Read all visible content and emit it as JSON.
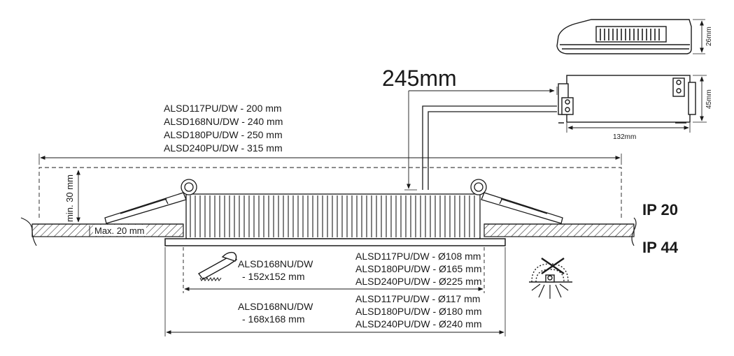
{
  "cable_length": "245mm",
  "driver": {
    "height_label": "26mm",
    "width_label": "45mm",
    "length_label": "132mm"
  },
  "total_lengths": [
    "ALSD117PU/DW - 200 mm",
    "ALSD168NU/DW - 240 mm",
    "ALSD180PU/DW - 250 mm",
    "ALSD240PU/DW - 315 mm"
  ],
  "min_clearance": "min. 30 mm",
  "max_ceiling": "Max. 20 mm",
  "ip_ratings": [
    "IP 20",
    "IP 44"
  ],
  "cutout_square": {
    "model": "ALSD168NU/DW",
    "size": "- 152x152 mm"
  },
  "cutout_round": [
    "ALSD117PU/DW - Ø108 mm",
    "ALSD180PU/DW - Ø165 mm",
    "ALSD240PU/DW - Ø225 mm"
  ],
  "outer_square": {
    "model": "ALSD168NU/DW",
    "size": "- 168x168 mm"
  },
  "outer_round": [
    "ALSD117PU/DW - Ø117 mm",
    "ALSD180PU/DW - Ø180 mm",
    "ALSD240PU/DW - Ø240 mm"
  ],
  "icons": [
    "saw-icon",
    "no-insulation-cover-icon"
  ]
}
